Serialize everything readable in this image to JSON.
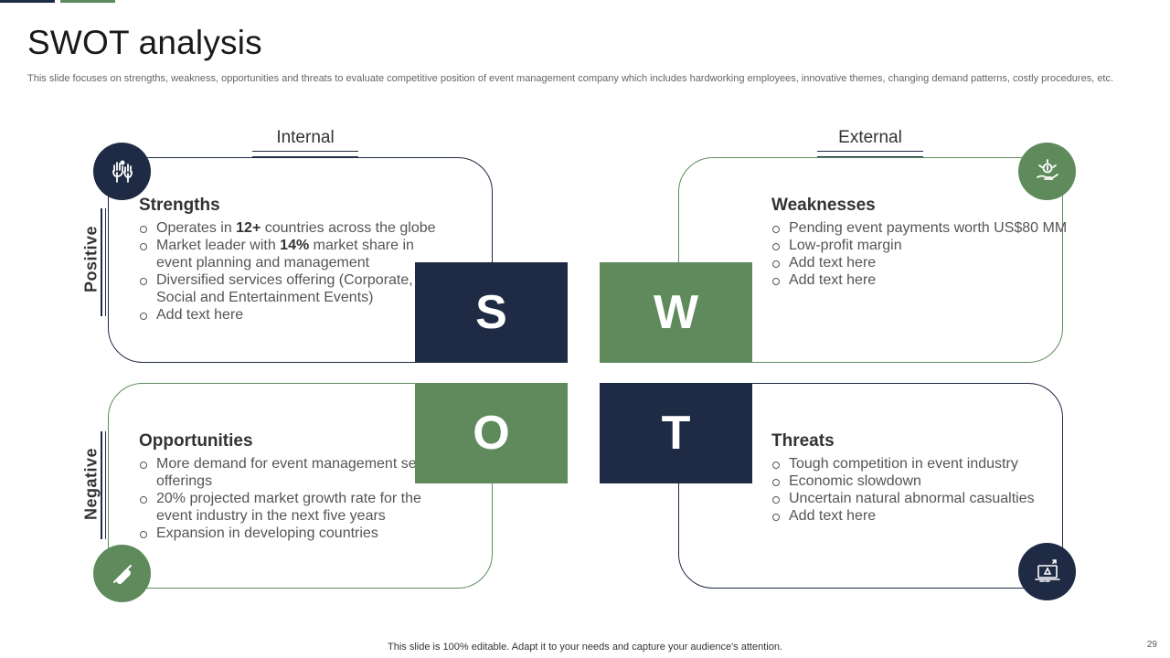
{
  "colors": {
    "navy": "#1f2a44",
    "green": "#5f8b5c"
  },
  "title": "SWOT analysis",
  "subtitle": "This slide focuses on strengths, weakness, opportunities and threats to evaluate competitive position of event management company which includes hardworking employees, innovative themes, changing demand patterns, costly procedures, etc.",
  "labels": {
    "internal": "Internal",
    "external": "External",
    "positive": "Positive",
    "negative": "Negative"
  },
  "quadrants": {
    "strengths": {
      "letter": "S",
      "heading": "Strengths",
      "icon": "hands-up-icon",
      "items": [
        {
          "pre": "Operates in ",
          "bold": "12+",
          "post": " countries across the globe"
        },
        {
          "pre": "Market leader with ",
          "bold": "14%",
          "post": " market share in event planning and management"
        },
        {
          "pre": "Diversified services offering (Corporate, Social and Entertainment Events)",
          "bold": "",
          "post": ""
        },
        {
          "pre": "Add text here",
          "bold": "",
          "post": ""
        }
      ]
    },
    "weaknesses": {
      "letter": "W",
      "heading": "Weaknesses",
      "icon": "hand-money-icon",
      "items": [
        "Pending event payments worth US$80 MM",
        "Low-profit margin",
        "Add text here",
        "Add text here"
      ]
    },
    "opportunities": {
      "letter": "O",
      "heading": "Opportunities",
      "icon": "handshake-icon",
      "items": [
        "More demand for event management service offerings",
        "20% projected market growth rate for the event industry in the next five years",
        "Expansion in developing countries"
      ]
    },
    "threats": {
      "letter": "T",
      "heading": "Threats",
      "icon": "laptop-warning-icon",
      "items": [
        "Tough competition in event industry",
        "Economic slowdown",
        "Uncertain natural abnormal casualties",
        "Add text here"
      ]
    }
  },
  "footer": "This slide is 100% editable. Adapt it to your needs and capture your audience's attention.",
  "page_number": "29"
}
